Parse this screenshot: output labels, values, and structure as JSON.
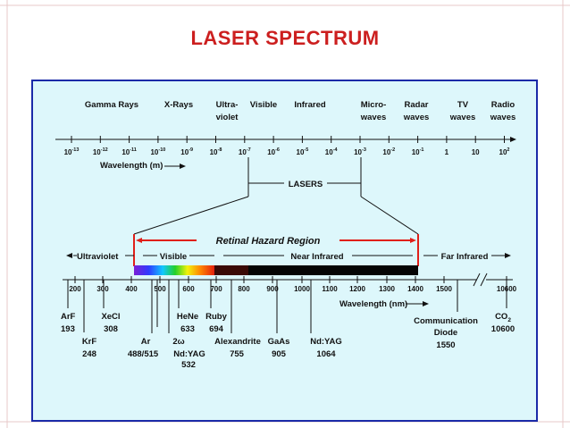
{
  "title": "LASER SPECTRUM",
  "em_bands": [
    {
      "l1": "Gamma Rays",
      "l2": ""
    },
    {
      "l1": "X-Rays",
      "l2": ""
    },
    {
      "l1": "Ultra-",
      "l2": "violet"
    },
    {
      "l1": "Visible",
      "l2": ""
    },
    {
      "l1": "Infrared",
      "l2": ""
    },
    {
      "l1": "Micro-",
      "l2": "waves"
    },
    {
      "l1": "Radar",
      "l2": "waves"
    },
    {
      "l1": "TV",
      "l2": "waves"
    },
    {
      "l1": "Radio",
      "l2": "waves"
    }
  ],
  "wavelength_ticks": [
    {
      "base": "10",
      "exp": "-13"
    },
    {
      "base": "10",
      "exp": "-12"
    },
    {
      "base": "10",
      "exp": "-11"
    },
    {
      "base": "10",
      "exp": "-10"
    },
    {
      "base": "10",
      "exp": "-9"
    },
    {
      "base": "10",
      "exp": "-8"
    },
    {
      "base": "10",
      "exp": "-7"
    },
    {
      "base": "10",
      "exp": "-6"
    },
    {
      "base": "10",
      "exp": "-5"
    },
    {
      "base": "10",
      "exp": "-4"
    },
    {
      "base": "10",
      "exp": "-3"
    },
    {
      "base": "10",
      "exp": "-2"
    },
    {
      "base": "10",
      "exp": "-1"
    },
    {
      "base": "1",
      "exp": ""
    },
    {
      "base": "10",
      "exp": ""
    },
    {
      "base": "10",
      "exp": "2"
    }
  ],
  "wavelength_m_label": "Wavelength (m)",
  "lasers_label": "LASERS",
  "retinal_label": "Retinal Hazard Region",
  "regions": {
    "uv": "Ultraviolet",
    "visible": "Visible",
    "nir": "Near Infrared",
    "fir": "Far Infrared"
  },
  "nm_ticks": [
    "200",
    "300",
    "400",
    "500",
    "600",
    "700",
    "800",
    "900",
    "1000",
    "1100",
    "1200",
    "1300",
    "1400",
    "1500",
    "10600"
  ],
  "wavelength_nm_label": "Wavelength (nm)",
  "lasers": [
    {
      "name": "ArF",
      "value": "193"
    },
    {
      "name": "KrF",
      "value": "248"
    },
    {
      "name": "XeCl",
      "value": "308"
    },
    {
      "name": "Ar",
      "value": "488/515"
    },
    {
      "name": "HeNe",
      "value": "633"
    },
    {
      "name": "2ω",
      "name2": "Nd:YAG",
      "value": "532"
    },
    {
      "name": "Ruby",
      "value": "694"
    },
    {
      "name": "Alexandrite",
      "value": "755"
    },
    {
      "name": "GaAs",
      "value": "905"
    },
    {
      "name": "Nd:YAG",
      "value": "1064"
    },
    {
      "name": "Communication",
      "name2": "Diode",
      "value": "1550"
    },
    {
      "name": "CO",
      "sub": "2",
      "value": "10600"
    }
  ],
  "colors": {
    "title": "#cc1f1f",
    "panel_bg": "#ddf7fb",
    "panel_border": "#1a2aa8",
    "hazard": "#e0201a"
  }
}
